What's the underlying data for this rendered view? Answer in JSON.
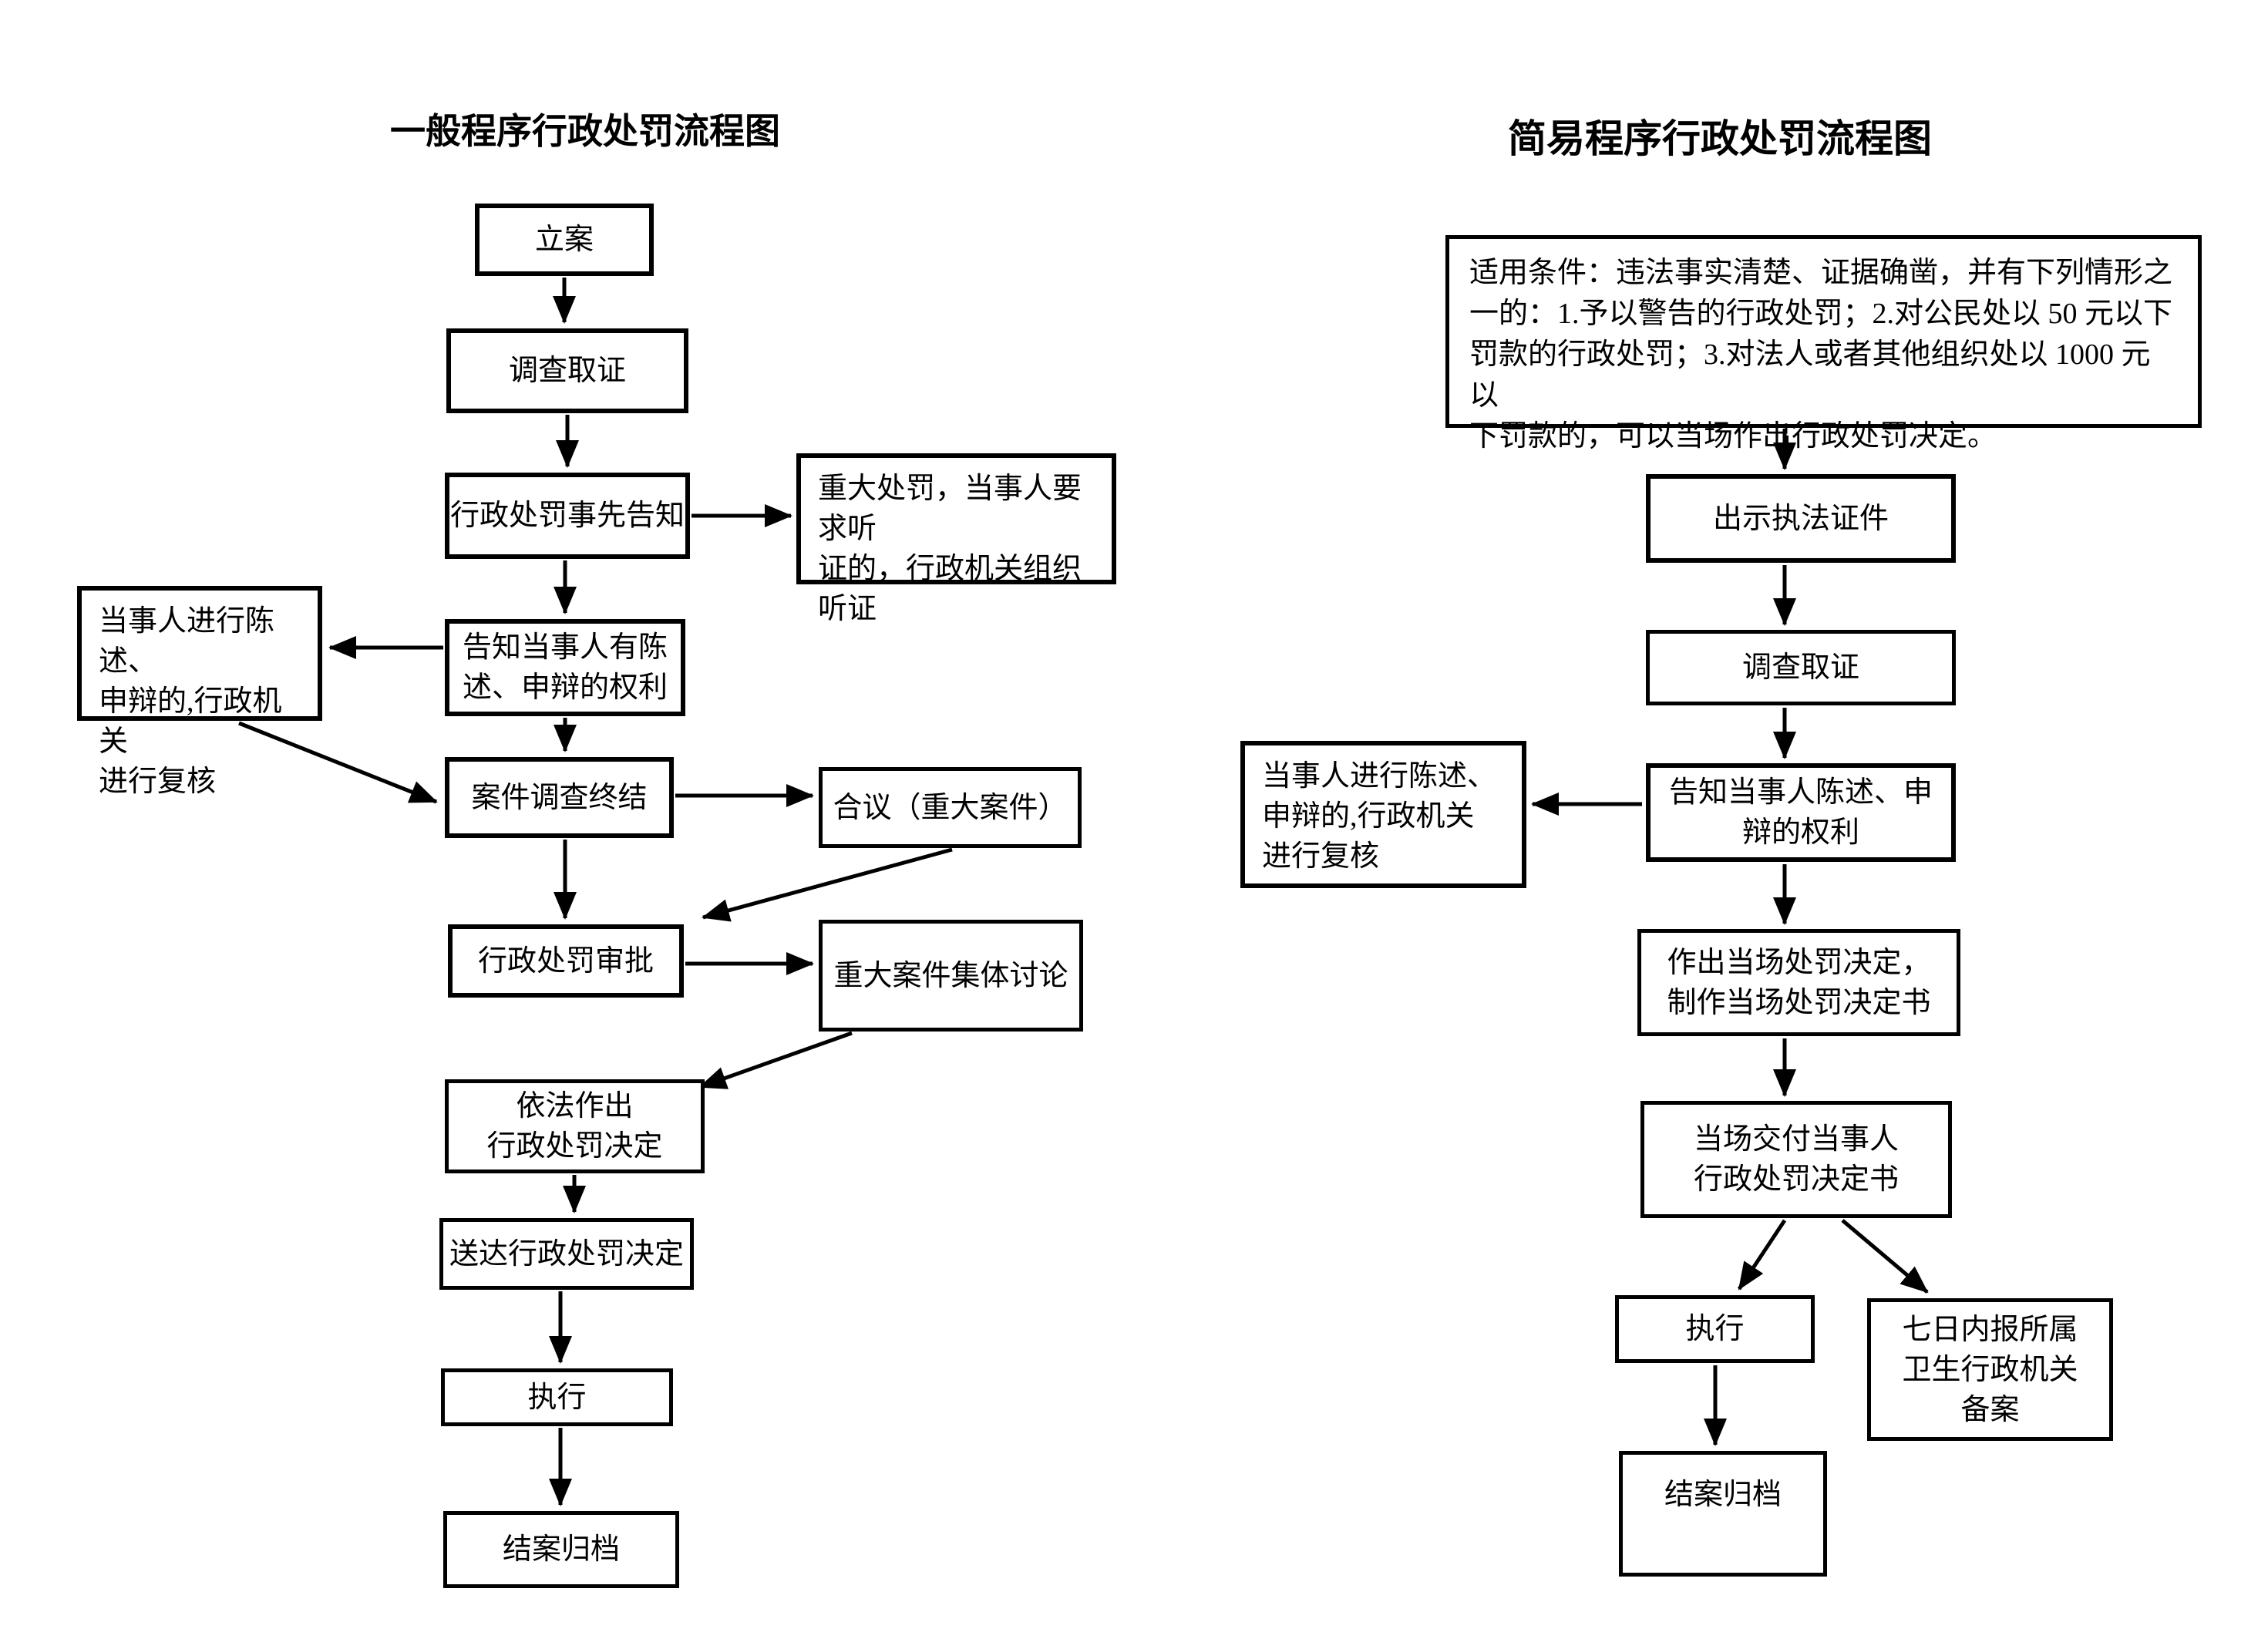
{
  "left_chart": {
    "title": "一般程序行政处罚流程图",
    "nodes": [
      {
        "id": "case-filing",
        "label": "立案"
      },
      {
        "id": "evidence-collection",
        "label": "调查取证"
      },
      {
        "id": "advance-notice",
        "label": "行政处罚事先告知"
      },
      {
        "id": "hearing",
        "label": "重大处罚，当事人要求听\n证的，行政机关组织听证"
      },
      {
        "id": "inform-rights",
        "label": "告知当事人有陈\n述、申辩的权利"
      },
      {
        "id": "statement-review",
        "label": "当事人进行陈述、\n申辩的,行政机关\n进行复核"
      },
      {
        "id": "investigation-end",
        "label": "案件调查终结"
      },
      {
        "id": "deliberation",
        "label": "合议（重大案件）"
      },
      {
        "id": "penalty-approval",
        "label": "行政处罚审批"
      },
      {
        "id": "collective-discussion",
        "label": "重大案件集体讨论"
      },
      {
        "id": "make-decision",
        "label": "依法作出\n行政处罚决定"
      },
      {
        "id": "serve-decision",
        "label": "送达行政处罚决定"
      },
      {
        "id": "execution",
        "label": "执行"
      },
      {
        "id": "archive",
        "label": "结案归档"
      }
    ],
    "edges": [
      {
        "from": "case-filing",
        "to": "evidence-collection"
      },
      {
        "from": "evidence-collection",
        "to": "advance-notice"
      },
      {
        "from": "advance-notice",
        "to": "hearing"
      },
      {
        "from": "advance-notice",
        "to": "inform-rights"
      },
      {
        "from": "inform-rights",
        "to": "statement-review"
      },
      {
        "from": "statement-review",
        "to": "investigation-end"
      },
      {
        "from": "inform-rights",
        "to": "investigation-end"
      },
      {
        "from": "investigation-end",
        "to": "deliberation"
      },
      {
        "from": "deliberation",
        "to": "penalty-approval"
      },
      {
        "from": "investigation-end",
        "to": "penalty-approval"
      },
      {
        "from": "penalty-approval",
        "to": "collective-discussion"
      },
      {
        "from": "collective-discussion",
        "to": "make-decision"
      },
      {
        "from": "penalty-approval",
        "to": "make-decision"
      },
      {
        "from": "make-decision",
        "to": "serve-decision"
      },
      {
        "from": "serve-decision",
        "to": "execution"
      },
      {
        "from": "execution",
        "to": "archive"
      }
    ]
  },
  "right_chart": {
    "title": "简易程序行政处罚流程图",
    "nodes": [
      {
        "id": "conditions",
        "label": "适用条件：违法事实清楚、证据确凿，并有下列情形之\n一的：1.予以警告的行政处罚；2.对公民处以 50 元以下\n罚款的行政处罚；3.对法人或者其他组织处以 1000 元以\n下罚款的，可以当场作出行政处罚决定。"
      },
      {
        "id": "show-credentials",
        "label": "出示执法证件"
      },
      {
        "id": "evidence-collection",
        "label": "调查取证"
      },
      {
        "id": "inform-rights",
        "label": "告知当事人陈述、申\n辩的权利"
      },
      {
        "id": "statement-review",
        "label": "当事人进行陈述、\n申辩的,行政机关\n进行复核"
      },
      {
        "id": "onsite-decision",
        "label": "作出当场处罚决定，\n制作当场处罚决定书"
      },
      {
        "id": "deliver-decision",
        "label": "当场交付当事人\n行政处罚决定书"
      },
      {
        "id": "execution",
        "label": "执行"
      },
      {
        "id": "report-record",
        "label": "七日内报所属\n卫生行政机关\n备案"
      },
      {
        "id": "archive",
        "label": "结案归档"
      }
    ],
    "edges": [
      {
        "from": "conditions",
        "to": "show-credentials"
      },
      {
        "from": "show-credentials",
        "to": "evidence-collection"
      },
      {
        "from": "evidence-collection",
        "to": "inform-rights"
      },
      {
        "from": "inform-rights",
        "to": "statement-review"
      },
      {
        "from": "inform-rights",
        "to": "onsite-decision"
      },
      {
        "from": "onsite-decision",
        "to": "deliver-decision"
      },
      {
        "from": "deliver-decision",
        "to": "execution"
      },
      {
        "from": "deliver-decision",
        "to": "report-record"
      },
      {
        "from": "execution",
        "to": "archive"
      }
    ]
  }
}
